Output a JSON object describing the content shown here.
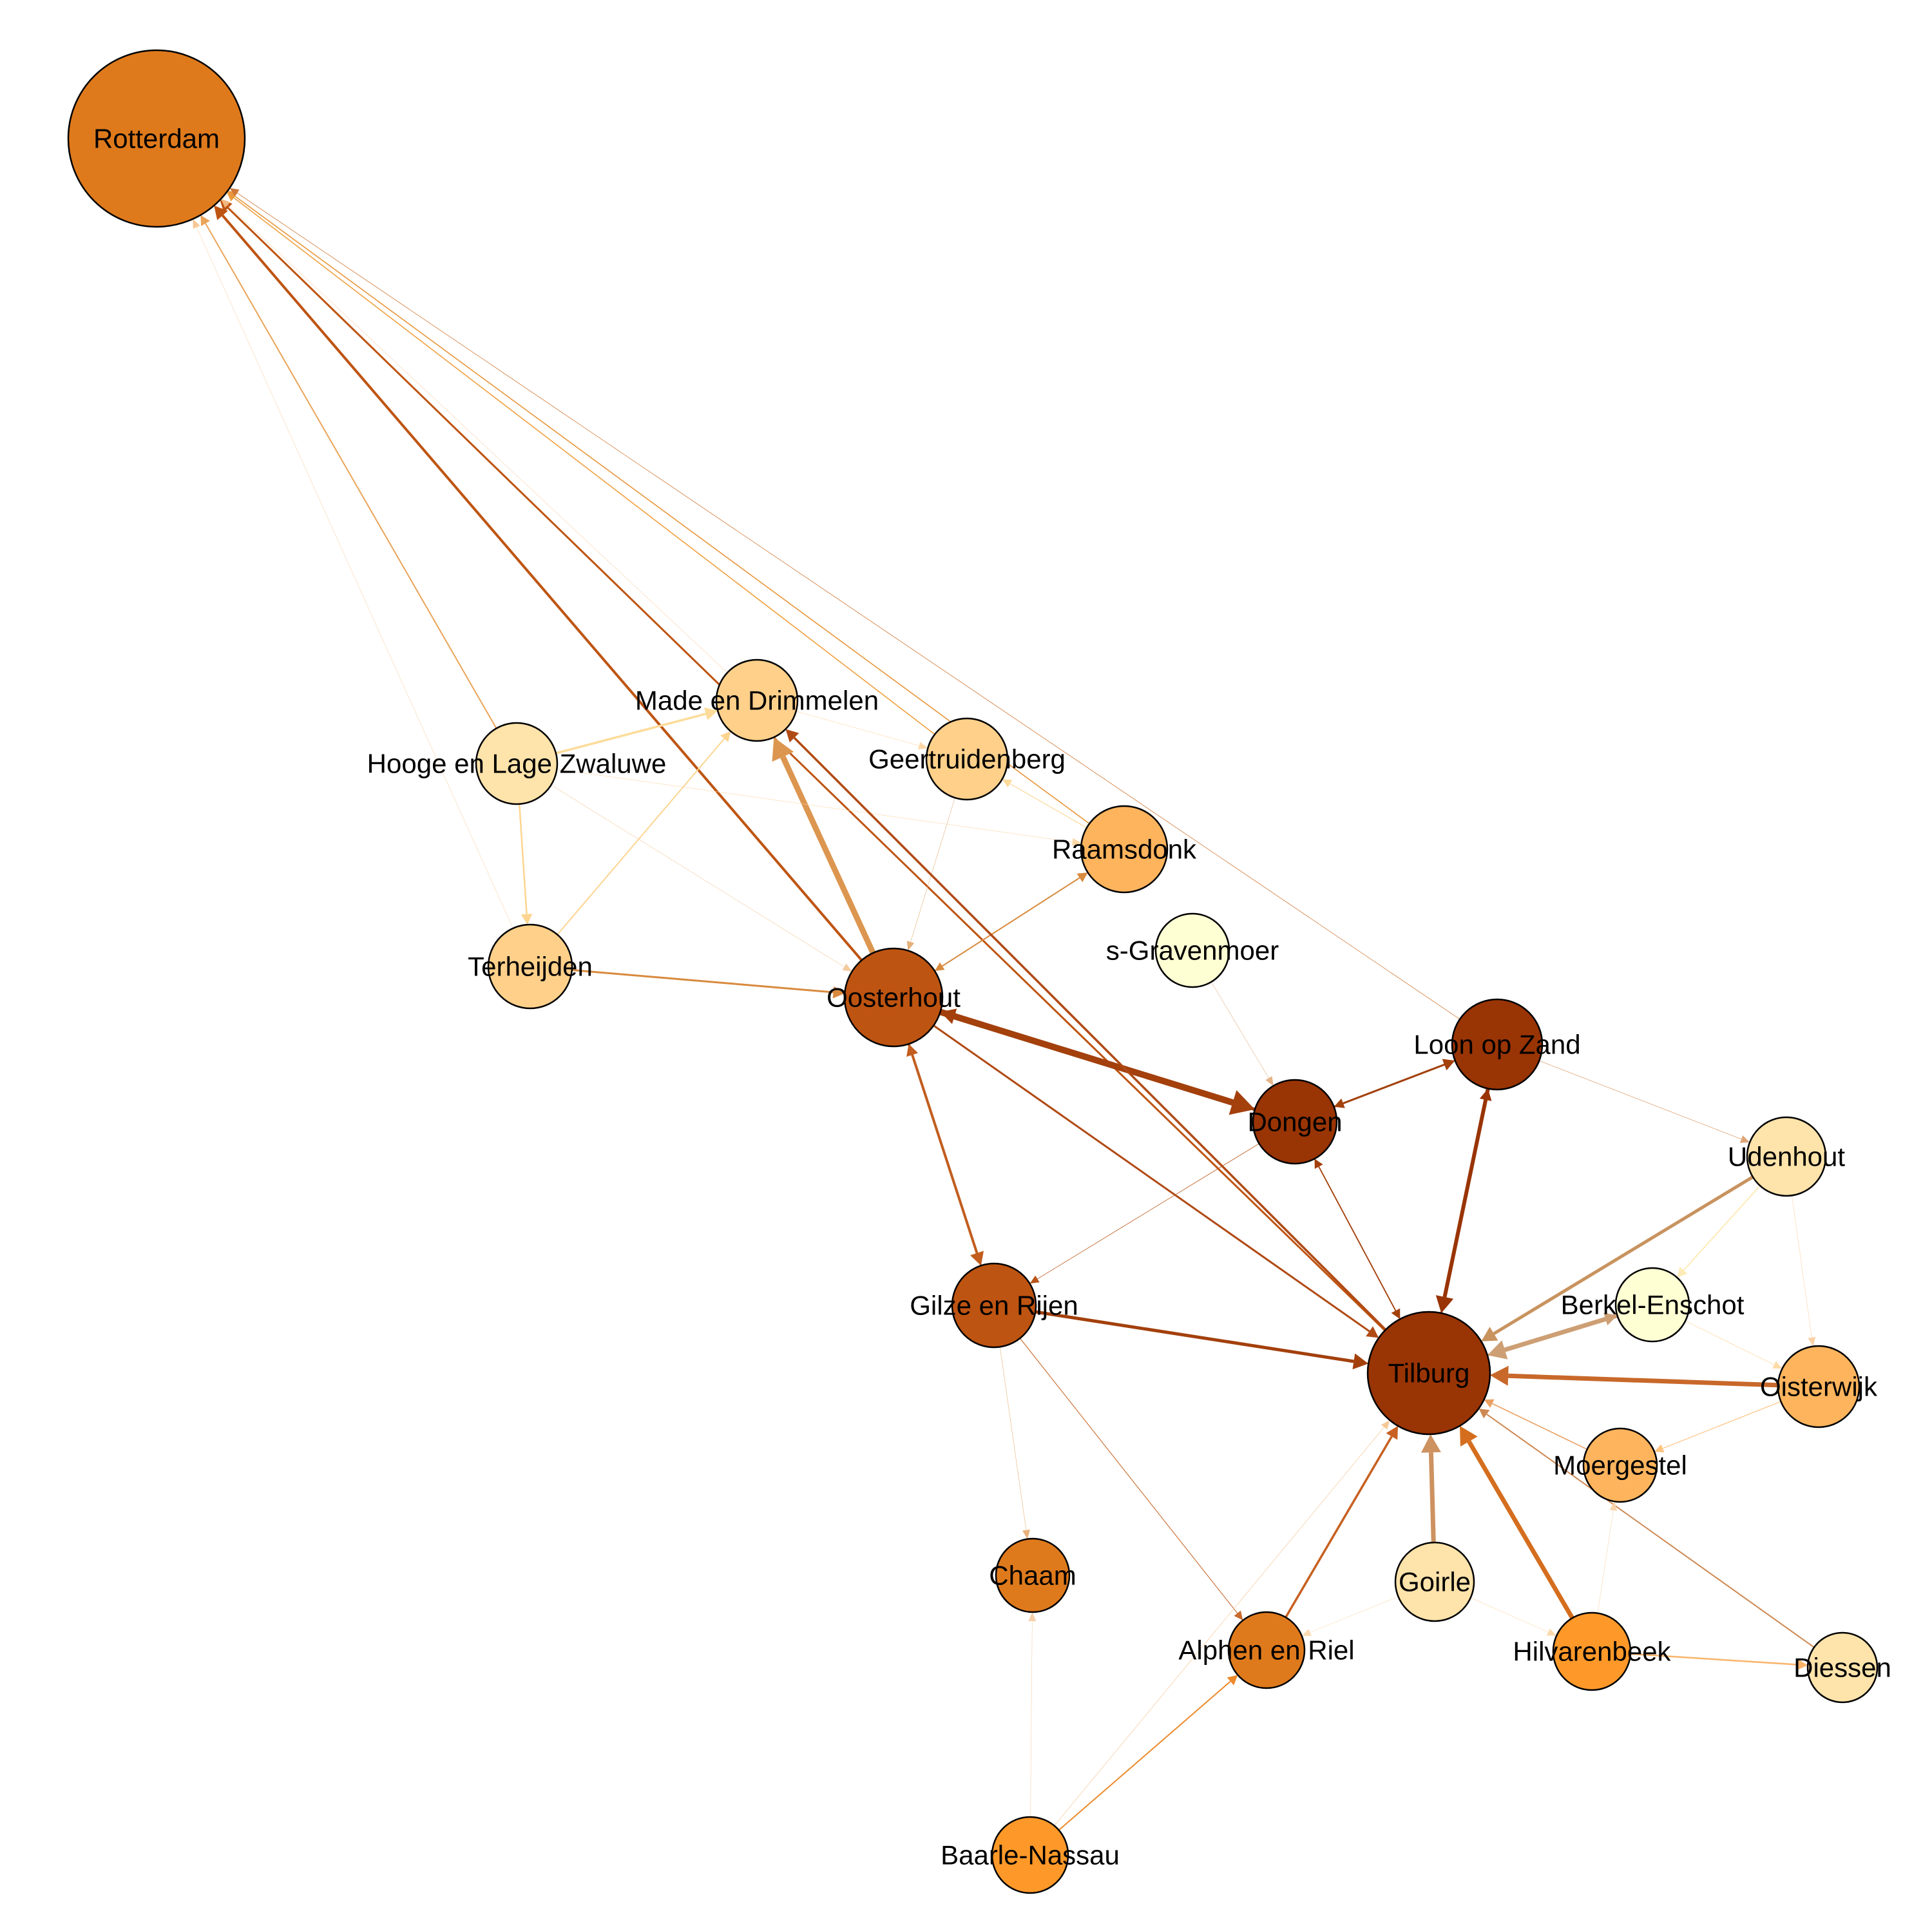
{
  "diagram": {
    "type": "directed-network",
    "nodes": [
      {
        "id": "rotterdam",
        "label": "Rotterdam",
        "color": "#DF7A1C"
      },
      {
        "id": "made",
        "label": "Made en Drimmelen",
        "color": "#FED08A"
      },
      {
        "id": "hooge",
        "label": "Hooge en Lage Zwaluwe",
        "color": "#FEE3AA"
      },
      {
        "id": "geertruidenberg",
        "label": "Geertruidenberg",
        "color": "#FED08A"
      },
      {
        "id": "raamsdonk",
        "label": "Raamsdonk",
        "color": "#FEB45D"
      },
      {
        "id": "sgravenmoer",
        "label": "s-Gravenmoer",
        "color": "#FFFFD4"
      },
      {
        "id": "terheijden",
        "label": "Terheijden",
        "color": "#FED08A"
      },
      {
        "id": "oosterhout",
        "label": "Oosterhout",
        "color": "#BE5411"
      },
      {
        "id": "loon",
        "label": "Loon op Zand",
        "color": "#993404"
      },
      {
        "id": "dongen",
        "label": "Dongen",
        "color": "#993404"
      },
      {
        "id": "udenhout",
        "label": "Udenhout",
        "color": "#FEE3AA"
      },
      {
        "id": "gilze",
        "label": "Gilze en Rijen",
        "color": "#BE5411"
      },
      {
        "id": "berkel",
        "label": "Berkel-Enschot",
        "color": "#FFFFD4"
      },
      {
        "id": "tilburg",
        "label": "Tilburg",
        "color": "#993404"
      },
      {
        "id": "oisterwijk",
        "label": "Oisterwijk",
        "color": "#FEB45D"
      },
      {
        "id": "moergestel",
        "label": "Moergestel",
        "color": "#FEB45D"
      },
      {
        "id": "chaam",
        "label": "Chaam",
        "color": "#DF7A1C"
      },
      {
        "id": "goirle",
        "label": "Goirle",
        "color": "#FEE3AA"
      },
      {
        "id": "alphen",
        "label": "Alphen en Riel",
        "color": "#DF7A1C"
      },
      {
        "id": "hilvarenbeek",
        "label": "Hilvarenbeek",
        "color": "#FE9929"
      },
      {
        "id": "diessen",
        "label": "Diessen",
        "color": "#FEE3AA"
      },
      {
        "id": "baarle",
        "label": "Baarle-Nassau",
        "color": "#FE9929"
      }
    ],
    "edges": [
      {
        "from": "oosterhout",
        "to": "rotterdam",
        "weight": 4,
        "color": "#BE5411"
      },
      {
        "from": "tilburg",
        "to": "rotterdam",
        "weight": 3,
        "color": "#BE5411"
      },
      {
        "from": "hooge",
        "to": "rotterdam",
        "weight": 2,
        "color": "#EAA458"
      },
      {
        "from": "geertruidenberg",
        "to": "rotterdam",
        "weight": 1.6,
        "color": "#F0A040"
      },
      {
        "from": "raamsdonk",
        "to": "rotterdam",
        "weight": 1.6,
        "color": "#E8963C"
      },
      {
        "from": "loon",
        "to": "rotterdam",
        "weight": 0.8,
        "color": "#D07838"
      },
      {
        "from": "terheijden",
        "to": "rotterdam",
        "weight": 0.5,
        "color": "#F6C896"
      },
      {
        "from": "made",
        "to": "rotterdam",
        "weight": 0.5,
        "color": "#F2B880"
      },
      {
        "from": "oosterhout",
        "to": "made",
        "weight": 9,
        "color": "#DC9650"
      },
      {
        "from": "hooge",
        "to": "made",
        "weight": 3.5,
        "color": "#FDDC9A"
      },
      {
        "from": "terheijden",
        "to": "made",
        "weight": 2,
        "color": "#FCD590"
      },
      {
        "from": "made",
        "to": "geertruidenberg",
        "weight": 0.6,
        "color": "#FDD8A6"
      },
      {
        "from": "hooge",
        "to": "terheijden",
        "weight": 2.5,
        "color": "#FDD590"
      },
      {
        "from": "raamsdonk",
        "to": "geertruidenberg",
        "weight": 1.2,
        "color": "#FEDA9C"
      },
      {
        "from": "hooge",
        "to": "raamsdonk",
        "weight": 0.6,
        "color": "#FDD8A6"
      },
      {
        "from": "oosterhout",
        "to": "raamsdonk",
        "weight": 2,
        "color": "#D88A3E"
      },
      {
        "from": "raamsdonk",
        "to": "oosterhout",
        "weight": 1.2,
        "color": "#D88A3E"
      },
      {
        "from": "terheijden",
        "to": "oosterhout",
        "weight": 3,
        "color": "#D88A3E"
      },
      {
        "from": "hooge",
        "to": "oosterhout",
        "weight": 0.6,
        "color": "#F3CB9D"
      },
      {
        "from": "geertruidenberg",
        "to": "oosterhout",
        "weight": 0.6,
        "color": "#E5B07A"
      },
      {
        "from": "oosterhout",
        "to": "dongen",
        "weight": 10,
        "color": "#A3400C"
      },
      {
        "from": "dongen",
        "to": "oosterhout",
        "weight": 5,
        "color": "#A3400C"
      },
      {
        "from": "oosterhout",
        "to": "gilze",
        "weight": 4,
        "color": "#C25D1E"
      },
      {
        "from": "gilze",
        "to": "oosterhout",
        "weight": 3,
        "color": "#C25D1E"
      },
      {
        "from": "oosterhout",
        "to": "tilburg",
        "weight": 3,
        "color": "#B04A14"
      },
      {
        "from": "tilburg",
        "to": "made",
        "weight": 3.5,
        "color": "#B04A14"
      },
      {
        "from": "dongen",
        "to": "loon",
        "weight": 3,
        "color": "#A3400C"
      },
      {
        "from": "loon",
        "to": "dongen",
        "weight": 2,
        "color": "#A3400C"
      },
      {
        "from": "loon",
        "to": "tilburg",
        "weight": 6,
        "color": "#993404"
      },
      {
        "from": "tilburg",
        "to": "loon",
        "weight": 3,
        "color": "#993404"
      },
      {
        "from": "dongen",
        "to": "tilburg",
        "weight": 1.8,
        "color": "#A3400C"
      },
      {
        "from": "tilburg",
        "to": "dongen",
        "weight": 1.5,
        "color": "#A3400C"
      },
      {
        "from": "sgravenmoer",
        "to": "dongen",
        "weight": 0.6,
        "color": "#E6B58A"
      },
      {
        "from": "dongen",
        "to": "gilze",
        "weight": 0.8,
        "color": "#B85418"
      },
      {
        "from": "gilze",
        "to": "tilburg",
        "weight": 5,
        "color": "#A3400C"
      },
      {
        "from": "gilze",
        "to": "alphen",
        "weight": 1.1,
        "color": "#C86A2C"
      },
      {
        "from": "gilze",
        "to": "chaam",
        "weight": 0.6,
        "color": "#E8B07A"
      },
      {
        "from": "loon",
        "to": "udenhout",
        "weight": 0.8,
        "color": "#DFA578"
      },
      {
        "from": "udenhout",
        "to": "tilburg",
        "weight": 5,
        "color": "#C8935F"
      },
      {
        "from": "udenhout",
        "to": "berkel",
        "weight": 2,
        "color": "#FEEBB8"
      },
      {
        "from": "udenhout",
        "to": "oisterwijk",
        "weight": 0.6,
        "color": "#FCD2A6"
      },
      {
        "from": "berkel",
        "to": "tilburg",
        "weight": 7,
        "color": "#CD9F74"
      },
      {
        "from": "tilburg",
        "to": "berkel",
        "weight": 3.5,
        "color": "#CD9F74"
      },
      {
        "from": "berkel",
        "to": "oisterwijk",
        "weight": 0.8,
        "color": "#FEDCA8"
      },
      {
        "from": "oisterwijk",
        "to": "tilburg",
        "weight": 7,
        "color": "#C8682A"
      },
      {
        "from": "oisterwijk",
        "to": "moergestel",
        "weight": 1.2,
        "color": "#FEC482"
      },
      {
        "from": "moergestel",
        "to": "tilburg",
        "weight": 1.6,
        "color": "#EAA062"
      },
      {
        "from": "diessen",
        "to": "tilburg",
        "weight": 2,
        "color": "#CE8852"
      },
      {
        "from": "hilvarenbeek",
        "to": "tilburg",
        "weight": 7,
        "color": "#D46E1E"
      },
      {
        "from": "hilvarenbeek",
        "to": "diessen",
        "weight": 2.5,
        "color": "#F9B46A"
      },
      {
        "from": "hilvarenbeek",
        "to": "moergestel",
        "weight": 0.6,
        "color": "#F8D4AE"
      },
      {
        "from": "goirle",
        "to": "tilburg",
        "weight": 7,
        "color": "#CD9260"
      },
      {
        "from": "goirle",
        "to": "hilvarenbeek",
        "weight": 0.6,
        "color": "#FCD9AC"
      },
      {
        "from": "goirle",
        "to": "alphen",
        "weight": 0.6,
        "color": "#FCDCB4"
      },
      {
        "from": "alphen",
        "to": "tilburg",
        "weight": 3.5,
        "color": "#C76020"
      },
      {
        "from": "baarle",
        "to": "alphen",
        "weight": 2,
        "color": "#EC8A2C"
      },
      {
        "from": "baarle",
        "to": "tilburg",
        "weight": 0.7,
        "color": "#F6C898"
      },
      {
        "from": "baarle",
        "to": "chaam",
        "weight": 0.6,
        "color": "#F6D0A8"
      }
    ]
  }
}
